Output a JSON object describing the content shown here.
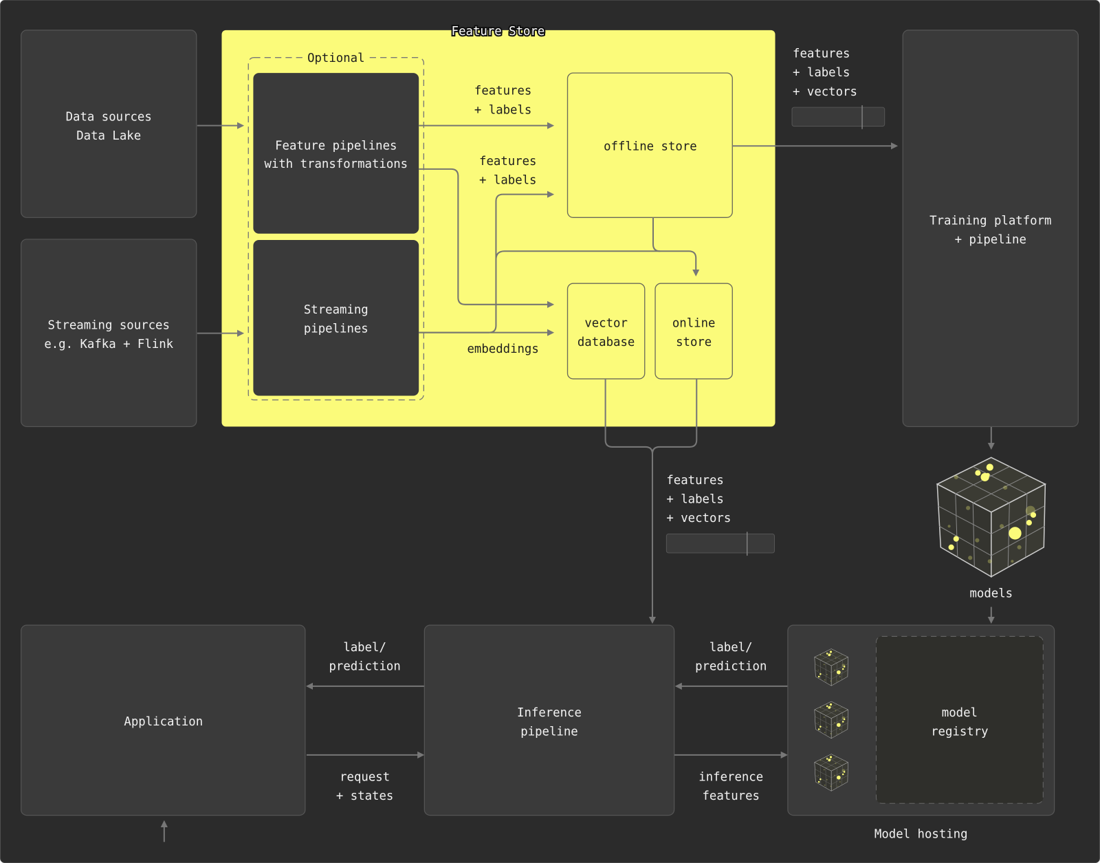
{
  "feature_store": {
    "title": "Feature Store",
    "optional_label": "Optional",
    "feature_pipelines": [
      "Feature pipelines",
      "with transformations"
    ],
    "streaming_pipelines": [
      "Streaming",
      "pipelines"
    ],
    "offline_store": "offline store",
    "vector_database": [
      "vector",
      "database"
    ],
    "online_store": [
      "online",
      "store"
    ],
    "edge_features_labels_1": [
      "features",
      "+ labels"
    ],
    "edge_features_labels_2": [
      "features",
      "+ labels"
    ],
    "edge_embeddings": "embeddings"
  },
  "sources": {
    "data_sources": [
      "Data sources",
      "Data Lake"
    ],
    "streaming_sources": [
      "Streaming sources",
      "e.g. Kafka + Flink"
    ]
  },
  "training": {
    "title": [
      "Training platform",
      "+ pipeline"
    ],
    "input_label": [
      "features",
      "+ labels",
      "+ vectors"
    ],
    "models_label": "models"
  },
  "serving": {
    "inference_input_label": [
      "features",
      "+ labels",
      "+ vectors"
    ],
    "application": "Application",
    "inference_pipeline": [
      "Inference",
      "pipeline"
    ],
    "model_registry": [
      "model",
      "registry"
    ],
    "model_hosting": "Model hosting",
    "app_prediction": [
      "label/",
      "prediction"
    ],
    "host_prediction": [
      "label/",
      "prediction"
    ],
    "request_states": [
      "request",
      "+ states"
    ],
    "inference_features": [
      "inference",
      "features"
    ]
  },
  "colors": {
    "background": "#2b2b2b",
    "box": "#3a3a3a",
    "accent_yellow": "#fbfb7a",
    "line": "#777777"
  }
}
